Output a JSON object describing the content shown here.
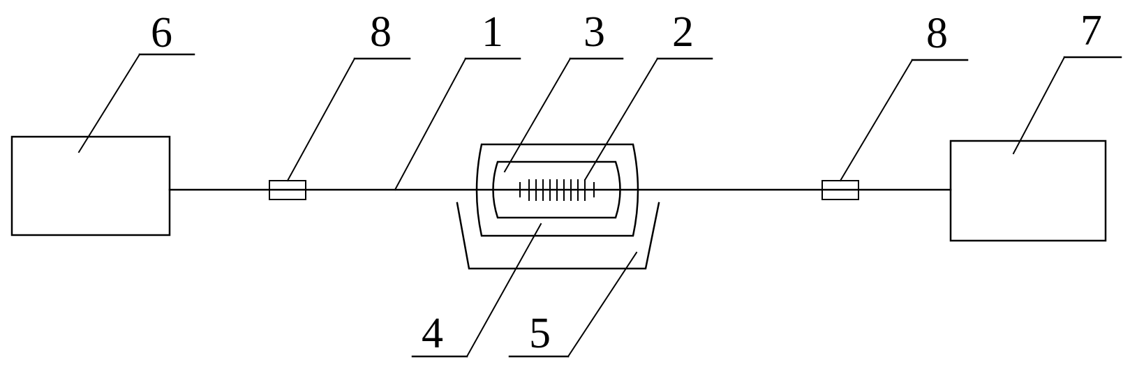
{
  "labels": {
    "n1": "1",
    "n2": "2",
    "n3": "3",
    "n4": "4",
    "n5": "5",
    "n6": "6",
    "n7": "7",
    "n8_left": "8",
    "n8_right": "8"
  },
  "colors": {
    "line": "#000000",
    "background": "#ffffff"
  }
}
